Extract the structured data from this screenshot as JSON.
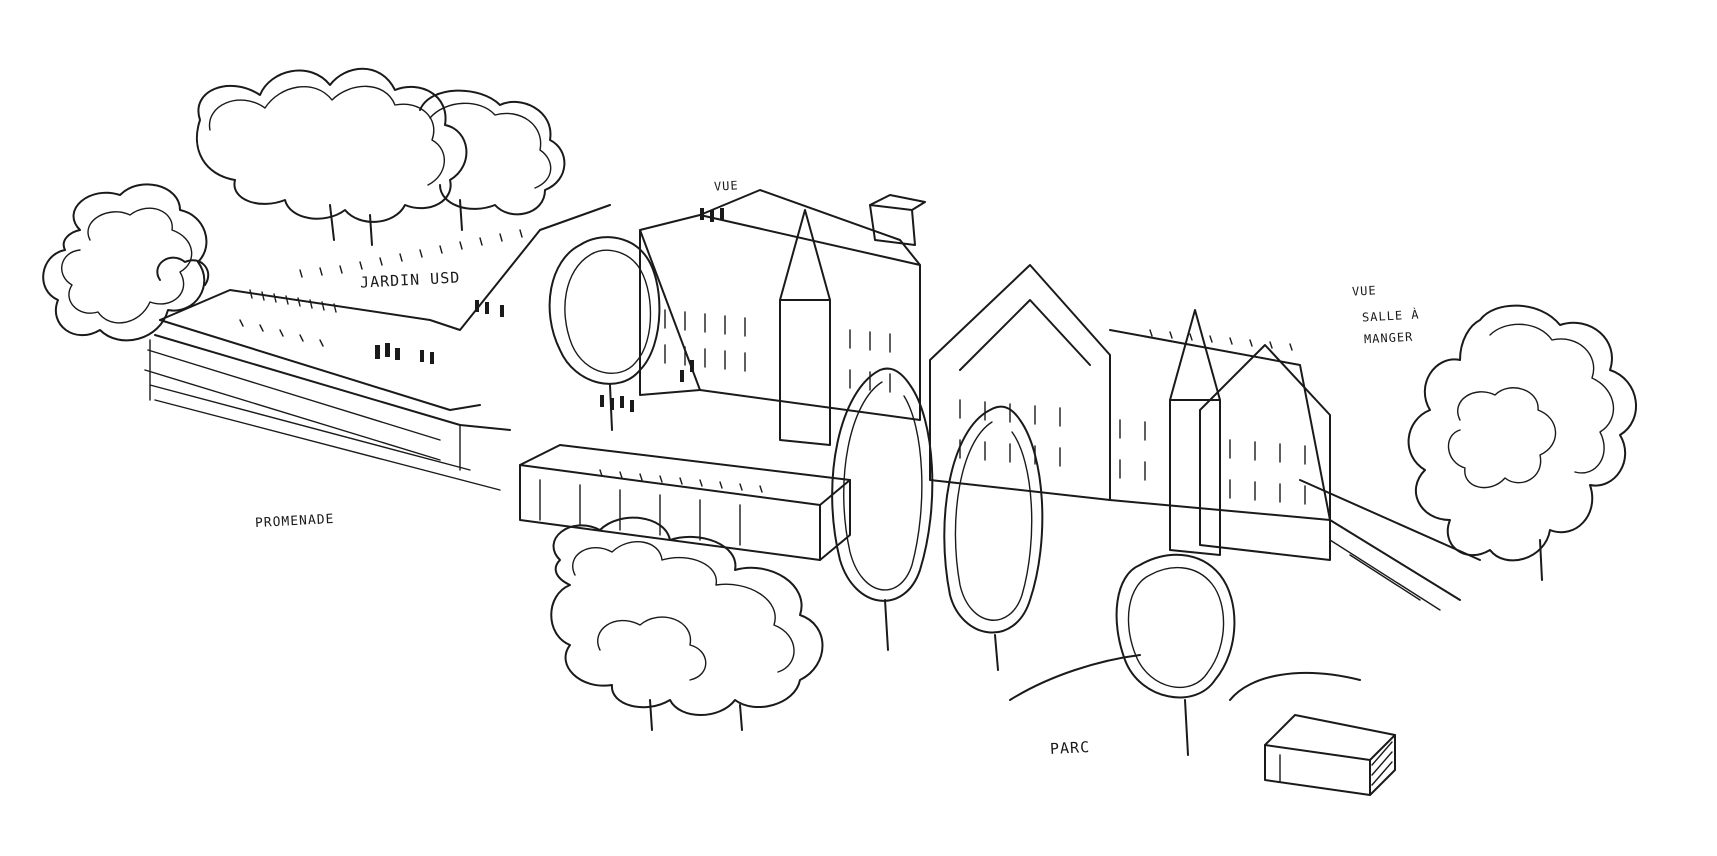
{
  "labels": {
    "jardin": "JARDIN USD",
    "vue_top": "VUE",
    "vue_right": "VUE",
    "salle_line1": "SALLE À",
    "salle_line2": "MANGER",
    "promenade": "PROMENADE",
    "parc": "PARC"
  },
  "colors": {
    "ink": "#1a1a1a",
    "paper": "#ffffff"
  }
}
